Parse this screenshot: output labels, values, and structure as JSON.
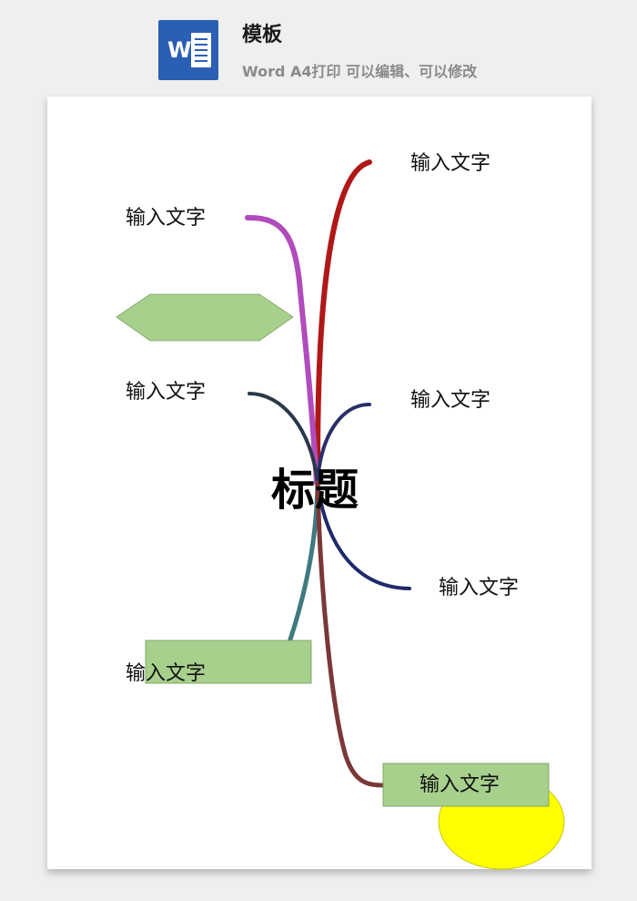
{
  "header": {
    "icon": "word-document-icon",
    "icon_letter": "W",
    "icon_color": "#2b5fb4",
    "title": "模板",
    "subtitle": "Word A4打印 可以编辑、可以修改"
  },
  "mindmap": {
    "center": "标题",
    "nodes": [
      {
        "text": "输入文字"
      },
      {
        "text": "输入文字"
      },
      {
        "text": "输入文字"
      },
      {
        "text": "输入文字"
      },
      {
        "text": "输入文字"
      },
      {
        "text": "输入文字"
      },
      {
        "text": "输入文字"
      }
    ],
    "colors": {
      "red_branch": "#b01818",
      "purple_branch": "#b04cbc",
      "dark_branch": "#2a3848",
      "navy_branch": "#1f2a6a",
      "teal_branch": "#3f7a80",
      "maroon_branch": "#7a3838",
      "green_shape": "#a8d08d",
      "yellow_shape": "#ffff00"
    }
  }
}
